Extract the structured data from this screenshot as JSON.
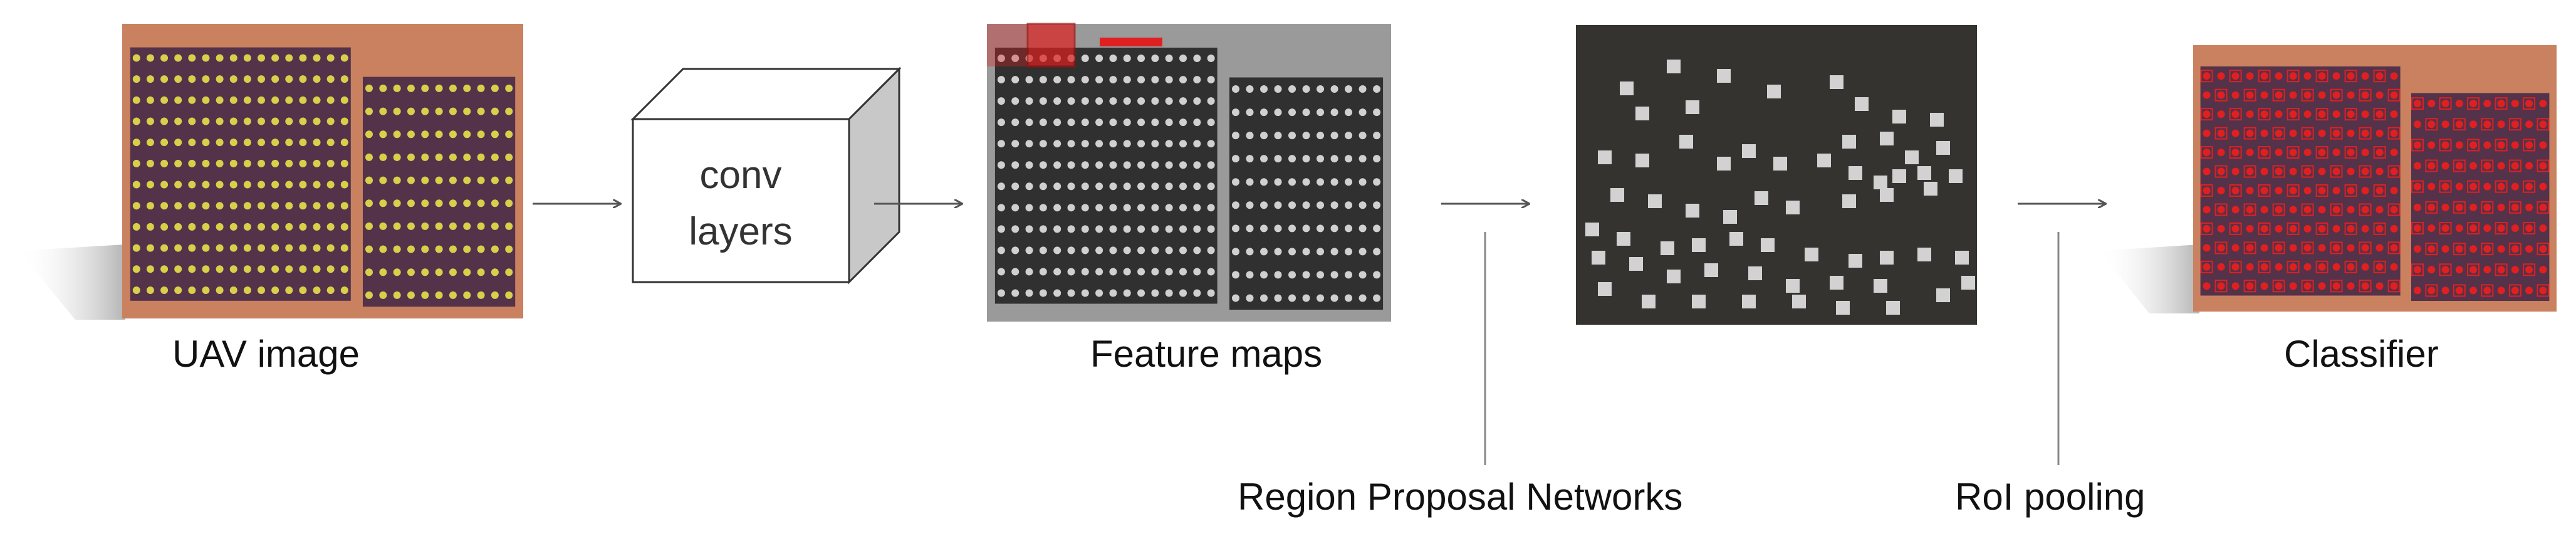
{
  "labels": {
    "uav_image": "UAV image",
    "conv_line1": "conv",
    "conv_line2": "layers",
    "feature_maps": "Feature maps",
    "region_proposal_networks": "Region Proposal Networks",
    "roi_pooling": "RoI pooling",
    "classifier": "Classifier"
  },
  "colors": {
    "field_sand": "#c9815f",
    "field_dark": "#53324a",
    "plant_yellow": "#d9cf4a",
    "detection_red": "#e02020",
    "feature_gray": "#9a9a9a",
    "feature_dark": "#303030",
    "feature_light": "#d0d0d0",
    "proposal_bg": "#353330",
    "proposal_box": "#d2d2d2",
    "arrow": "#555555",
    "cube_side": "#c8c8c8"
  }
}
